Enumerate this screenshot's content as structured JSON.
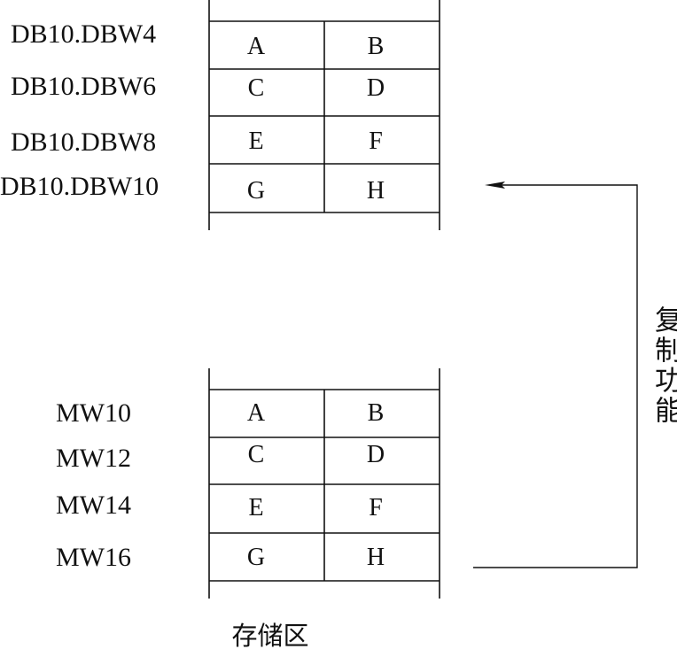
{
  "destination_block": {
    "rows": [
      {
        "address": "DB10.DBW4",
        "cells": [
          "A",
          "B"
        ]
      },
      {
        "address": "DB10.DBW6",
        "cells": [
          "C",
          "D"
        ]
      },
      {
        "address": "DB10.DBW8",
        "cells": [
          "E",
          "F"
        ]
      },
      {
        "address": "DB10.DBW10",
        "cells": [
          "G",
          "H"
        ]
      }
    ]
  },
  "source_block": {
    "rows": [
      {
        "address": "MW10",
        "cells": [
          "A",
          "B"
        ]
      },
      {
        "address": "MW12",
        "cells": [
          "C",
          "D"
        ]
      },
      {
        "address": "MW14",
        "cells": [
          "E",
          "F"
        ]
      },
      {
        "address": "MW16",
        "cells": [
          "G",
          "H"
        ]
      }
    ]
  },
  "copy_label": "复制功能",
  "caption": "存储区"
}
